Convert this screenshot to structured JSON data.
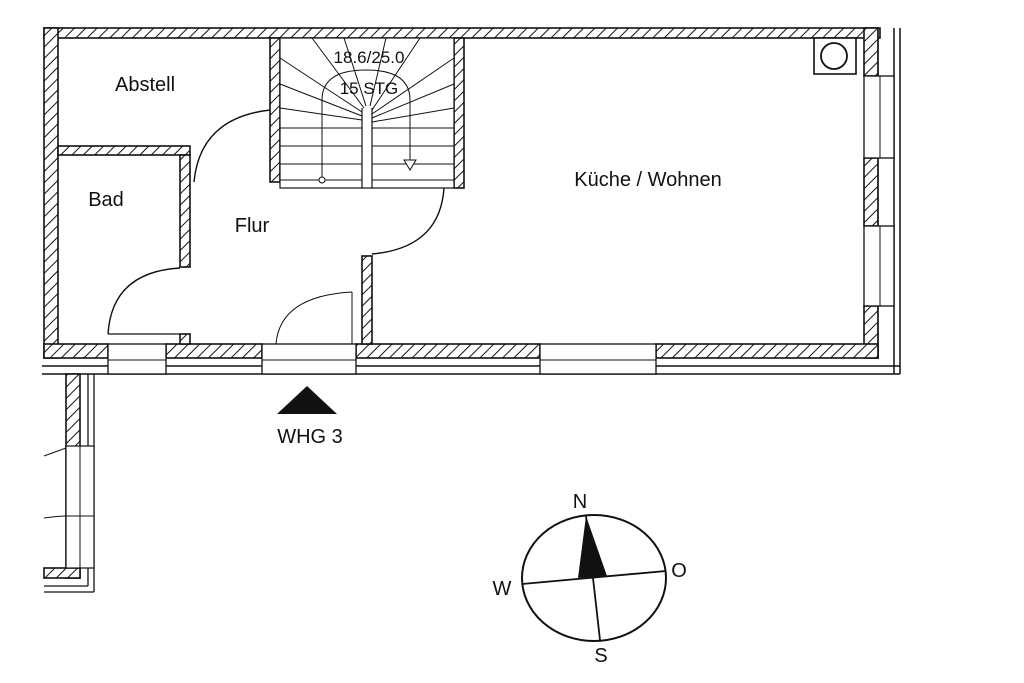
{
  "rooms": {
    "abstell": "Abstell",
    "bad": "Bad",
    "flur": "Flur",
    "kueche_wohnen": "Küche / Wohnen"
  },
  "stair": {
    "ratio": "18.6/25.0",
    "steps": "15 STG"
  },
  "entrance": {
    "label": "WHG 3"
  },
  "compass": {
    "north": "N",
    "east": "O",
    "south": "S",
    "west": "W"
  }
}
